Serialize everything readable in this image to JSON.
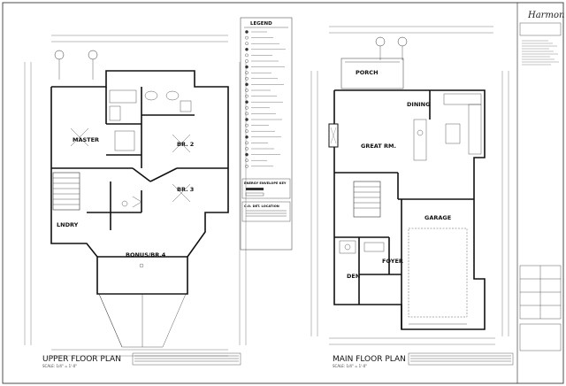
{
  "sheet": {
    "upper_plan": {
      "title": "UPPER FLOOR PLAN",
      "scale": "SCALE: 1/4\" = 1'-0\"",
      "rooms": {
        "master": "MASTER",
        "bdr2": "BR. 2",
        "bdr3": "BR. 3",
        "laundry": "LNDRY",
        "bonus": "BONUS/BR.4"
      }
    },
    "main_plan": {
      "title": "MAIN FLOOR PLAN",
      "scale": "SCALE: 1/4\" = 1'-0\"",
      "rooms": {
        "porch": "PORCH",
        "dining": "DINING",
        "great_rm": "GREAT RM.",
        "garage": "GARAGE",
        "foyer": "FOYER",
        "den": "DEN"
      }
    },
    "legend": {
      "title": "LEGEND",
      "energy_title": "ENERGY ENVELOPE KEY",
      "co_title": "C.O. DET. LOCATION"
    },
    "title_block": {
      "logo": "Harmon"
    }
  }
}
